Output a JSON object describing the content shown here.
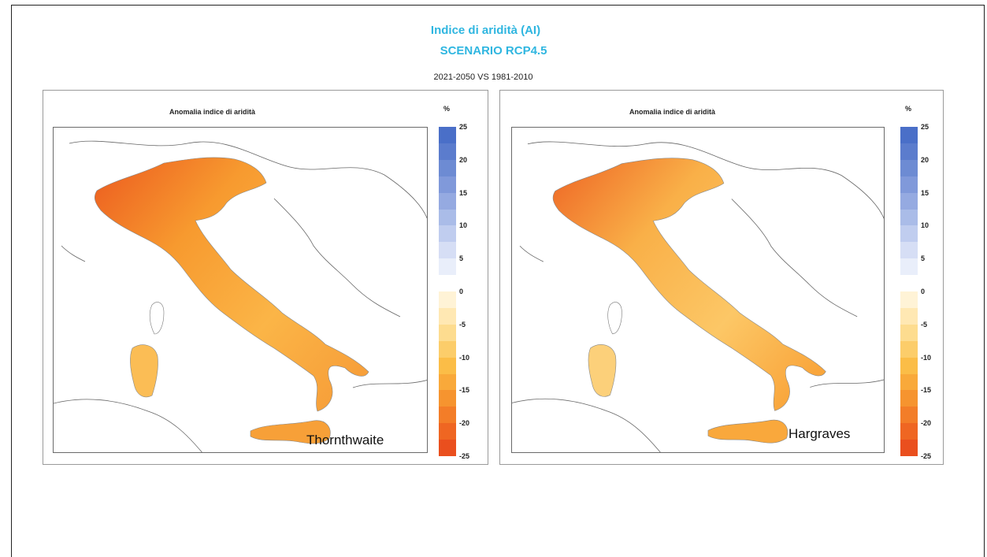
{
  "header": {
    "title": "Indice di aridità (AI)",
    "scenario": "SCENARIO RCP4.5",
    "period": "2021-2050 VS 1981-2010"
  },
  "panels": [
    {
      "map_title": "Anomalia indice di aridità",
      "method": "Thornthwaite",
      "unit": "%"
    },
    {
      "map_title": "Anomalia indice di aridità",
      "method": "Hargraves",
      "unit": "%"
    }
  ],
  "colorbar": {
    "ticks": [
      "25",
      "20",
      "15",
      "10",
      "5",
      "0",
      "-5",
      "-10",
      "-15",
      "-20",
      "-25"
    ],
    "colors": [
      "#4a6fc8",
      "#5b7ccd",
      "#6d8bd3",
      "#8099da",
      "#95aae1",
      "#aabce8",
      "#c0cdef",
      "#d6def5",
      "#e9eefa",
      "#ffffff",
      "#fff3d6",
      "#ffe8b3",
      "#fddc8f",
      "#fccd6a",
      "#fbbd47",
      "#f9a93a",
      "#f6942f",
      "#f37d28",
      "#ef6622",
      "#ea4f1e"
    ]
  },
  "icons": {
    "map": "italy-map-icon"
  }
}
